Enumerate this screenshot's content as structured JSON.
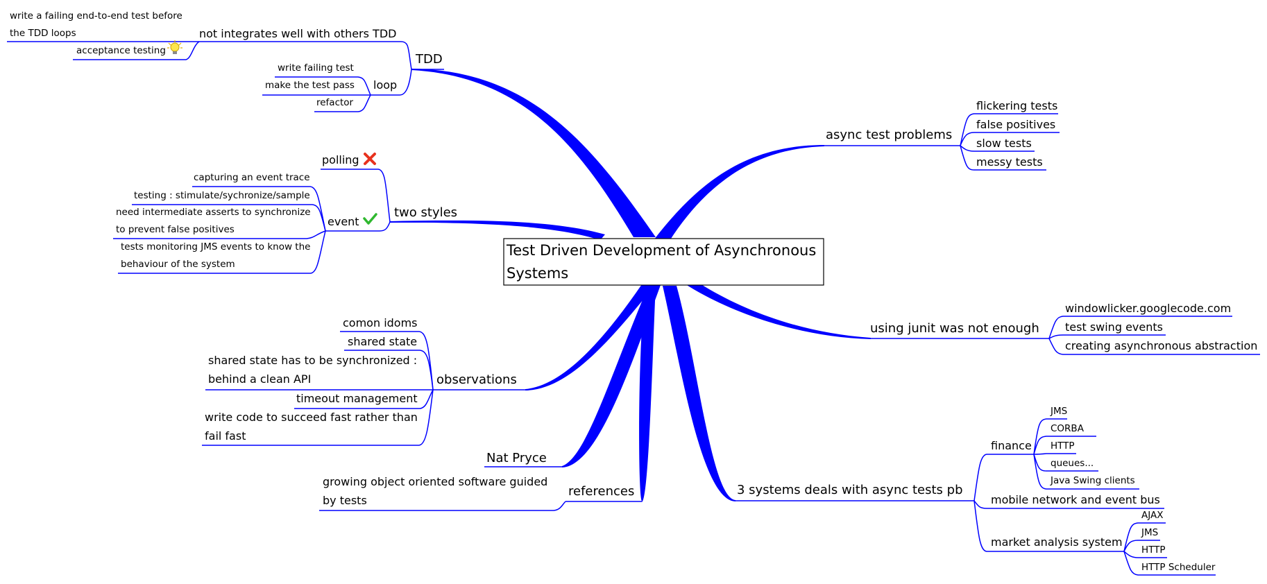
{
  "colors": {
    "accent": "#0000ff",
    "background": "#ffffff",
    "box_border": "#000000"
  },
  "icons": {
    "lightbulb": "lightbulb-icon",
    "cross": "red-cross-icon",
    "check": "green-check-icon"
  },
  "root": {
    "line1": "Test Driven Development of Asynchronous",
    "line2": "Systems"
  },
  "tdd": {
    "title": "TDD",
    "integration": {
      "title": "not integrates well with others TDD",
      "items": [
        "write a failing end-to-end test before",
        "the TDD loops",
        "acceptance testing"
      ]
    },
    "loop": {
      "title": "loop",
      "items": [
        "write failing test",
        "make the test pass",
        "refactor"
      ]
    }
  },
  "styles": {
    "title": "two styles",
    "polling": "polling",
    "event": {
      "title": "event",
      "items": [
        "capturing an event trace",
        "testing : stimulate/sychronize/sample",
        "need intermediate asserts to synchronize",
        "to prevent false positives",
        "tests monitoring JMS events to know the",
        "behaviour of the system"
      ]
    }
  },
  "observations": {
    "title": "observations",
    "items": [
      "comon idoms",
      "shared state",
      "shared state has to be synchronized :",
      "behind a clean API",
      "timeout management",
      "write code to succeed fast rather than",
      "fail fast"
    ]
  },
  "nat": {
    "title": "Nat Pryce"
  },
  "references": {
    "title": "references",
    "items": [
      "growing object oriented software guided",
      "by tests"
    ]
  },
  "async": {
    "title": "async test problems",
    "items": [
      "flickering tests",
      "false positives",
      "slow tests",
      "messy tests"
    ]
  },
  "junit": {
    "title": "using junit was not enough",
    "items": [
      "windowlicker.googlecode.com",
      "test swing events",
      "creating asynchronous abstraction"
    ]
  },
  "systems": {
    "title": "3 systems deals with async tests pb",
    "finance": {
      "title": "finance",
      "items": [
        "JMS",
        "CORBA",
        "HTTP",
        "queues...",
        "Java Swing clients"
      ]
    },
    "mobile": {
      "title": "mobile network and event bus"
    },
    "market": {
      "title": "market analysis system",
      "items": [
        "AJAX",
        "JMS",
        "HTTP",
        "HTTP Scheduler"
      ]
    }
  }
}
